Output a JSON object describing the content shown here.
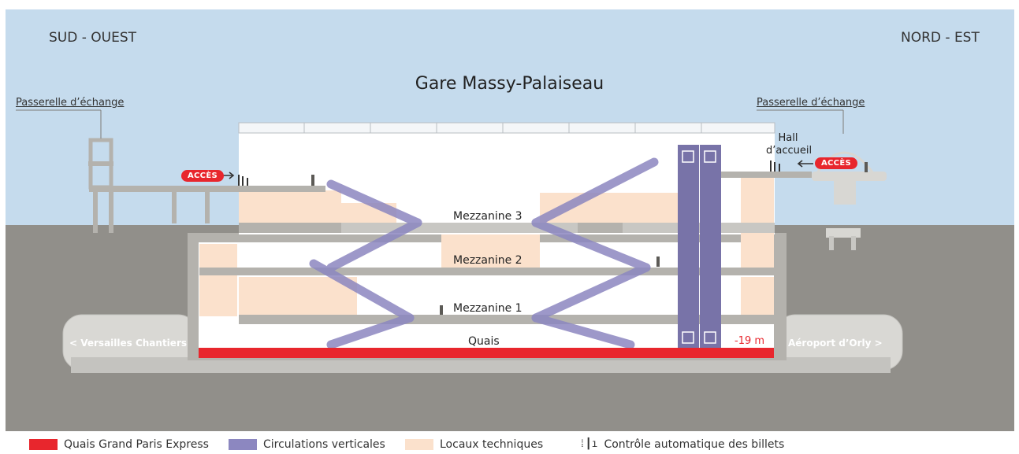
{
  "orientation": {
    "left": "SUD - OUEST",
    "right": "NORD - EST"
  },
  "title": "Gare Massy-Palaiseau",
  "passerelle_left": "Passerelle d’échange",
  "passerelle_right": "Passerelle d’échange",
  "hall_line1": "Hall",
  "hall_line2": "d’accueil",
  "acces_left": "ACCÈS",
  "acces_right": "ACCÈS",
  "levels": {
    "mezzanine3": "Mezzanine 3",
    "mezzanine2": "Mezzanine 2",
    "mezzanine1": "Mezzanine 1",
    "quais": "Quais"
  },
  "depth": "-19 m",
  "directions": {
    "left": "< Versailles Chantiers",
    "right": "Aéroport d’Orly >"
  },
  "legend": [
    {
      "label": "Quais Grand Paris Express",
      "color": "#e8262d"
    },
    {
      "label": "Circulations verticales",
      "color": "#8c87c0"
    },
    {
      "label": "Locaux techniques",
      "color": "#fbe1cc"
    },
    {
      "label": "Contrôle automatique des billets",
      "icon": "ticket-gate-icon"
    }
  ],
  "colors": {
    "sky": "#c5dbed",
    "ground": "#918f8a",
    "structure": "#b4b2ad",
    "platform": "#e8262d",
    "vertical": "#8c87c0",
    "technical": "#fbe1cc"
  }
}
